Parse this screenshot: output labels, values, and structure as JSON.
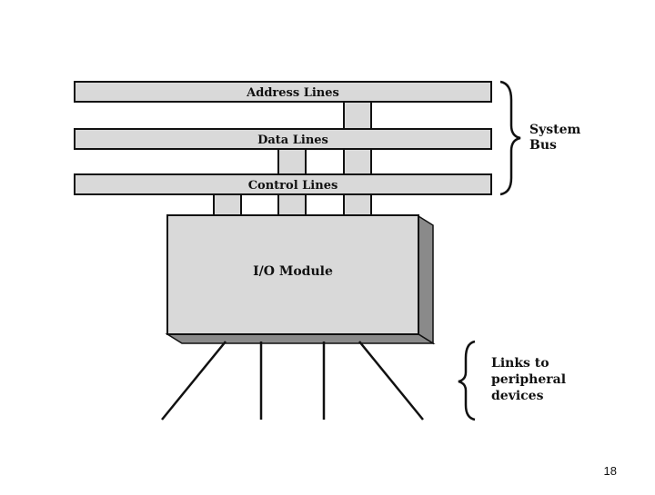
{
  "diagram": {
    "bus_lines": [
      {
        "label": "Address Lines"
      },
      {
        "label": "Data Lines"
      },
      {
        "label": "Control Lines"
      }
    ],
    "module": {
      "label": "I/O Module"
    },
    "system_bus": {
      "label_line1": "System",
      "label_line2": "Bus"
    },
    "links": {
      "label_line1": "Links to",
      "label_line2": "peripheral",
      "label_line3": "devices"
    }
  },
  "page": {
    "number": "18"
  },
  "colors": {
    "fill": "#d9d9d9",
    "shadow": "#8a8a8a",
    "stroke": "#111111"
  }
}
